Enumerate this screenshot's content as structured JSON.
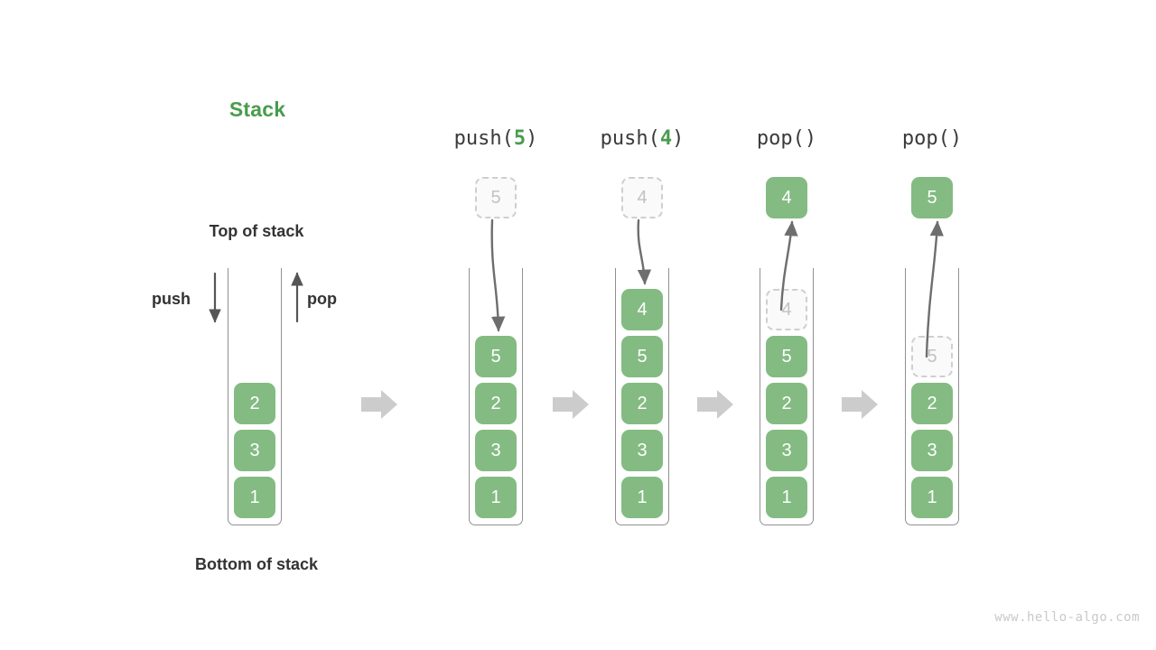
{
  "title": "Stack",
  "labels": {
    "top_of_stack": "Top of stack",
    "bottom_of_stack": "Bottom of stack",
    "push": "push",
    "pop": "pop"
  },
  "colors": {
    "cell_green": "#83bb82",
    "title_green": "#4a9b4e",
    "ghost_fill": "#fafafa",
    "ghost_border": "#cfcfcf",
    "ghost_text": "#c2c2c2",
    "arrow_gray": "#6e6e6e",
    "transition_arrow_gray": "#cccccc",
    "container_border": "#909090",
    "text_dark": "#333333",
    "watermark_gray": "#c9c9c9"
  },
  "initial_stack": {
    "name": "initial",
    "cells": [
      "2",
      "3",
      "1"
    ],
    "push_arrow_label": "push",
    "pop_arrow_label": "pop"
  },
  "steps": [
    {
      "header_fn": "push",
      "header_open": "(",
      "header_arg": "5",
      "header_close": ")",
      "header_full": "push(5)",
      "operation": "push",
      "floating_cell": {
        "value": "5",
        "style": "ghost"
      },
      "stack_cells": [
        {
          "value": "5",
          "style": "solid"
        },
        {
          "value": "2",
          "style": "solid"
        },
        {
          "value": "3",
          "style": "solid"
        },
        {
          "value": "1",
          "style": "solid"
        }
      ]
    },
    {
      "header_fn": "push",
      "header_open": "(",
      "header_arg": "4",
      "header_close": ")",
      "header_full": "push(4)",
      "operation": "push",
      "floating_cell": {
        "value": "4",
        "style": "ghost"
      },
      "stack_cells": [
        {
          "value": "4",
          "style": "solid"
        },
        {
          "value": "5",
          "style": "solid"
        },
        {
          "value": "2",
          "style": "solid"
        },
        {
          "value": "3",
          "style": "solid"
        },
        {
          "value": "1",
          "style": "solid"
        }
      ]
    },
    {
      "header_fn": "pop",
      "header_open": "(",
      "header_arg": "",
      "header_close": ")",
      "header_full": "pop()",
      "operation": "pop",
      "floating_cell": {
        "value": "4",
        "style": "solid"
      },
      "stack_cells": [
        {
          "value": "4",
          "style": "ghost"
        },
        {
          "value": "5",
          "style": "solid"
        },
        {
          "value": "2",
          "style": "solid"
        },
        {
          "value": "3",
          "style": "solid"
        },
        {
          "value": "1",
          "style": "solid"
        }
      ]
    },
    {
      "header_fn": "pop",
      "header_open": "(",
      "header_arg": "",
      "header_close": ")",
      "header_full": "pop()",
      "operation": "pop",
      "floating_cell": {
        "value": "5",
        "style": "solid"
      },
      "stack_cells": [
        {
          "value": "5",
          "style": "ghost"
        },
        {
          "value": "2",
          "style": "solid"
        },
        {
          "value": "3",
          "style": "solid"
        },
        {
          "value": "1",
          "style": "solid"
        }
      ]
    }
  ],
  "transition_arrows": 4,
  "watermark": "www.hello-algo.com"
}
